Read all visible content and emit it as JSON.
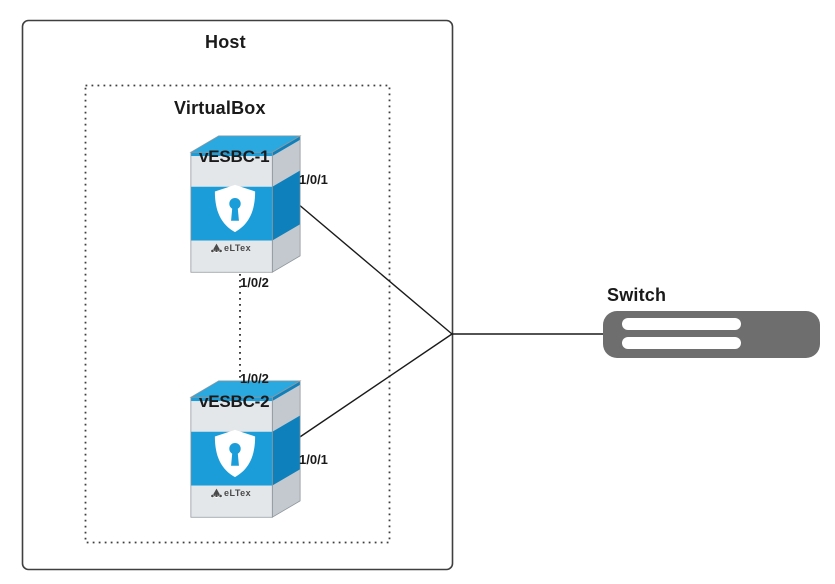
{
  "diagram": {
    "title": "Host / VirtualBox vESBC to Switch topology",
    "containers": {
      "host": {
        "label": "Host",
        "border_style": "solid",
        "border_color": "#3f3f3f"
      },
      "virtualbox": {
        "label": "VirtualBox",
        "border_style": "dotted",
        "border_color": "#3f3f3f"
      }
    },
    "devices": [
      {
        "id": "vesbc-1",
        "label": "vESBC-1",
        "brand": "eLTex",
        "icon": "shield-keyhole-icon",
        "body_color": "#1b9dd9",
        "band_color": "#dfe3e6",
        "ports": [
          {
            "name": "1/0/1",
            "side": "right"
          },
          {
            "name": "1/0/2",
            "side": "bottom"
          }
        ]
      },
      {
        "id": "vesbc-2",
        "label": "vESBC-2",
        "brand": "eLTex",
        "icon": "shield-keyhole-icon",
        "body_color": "#1b9dd9",
        "band_color": "#dfe3e6",
        "ports": [
          {
            "name": "1/0/2",
            "side": "top"
          },
          {
            "name": "1/0/1",
            "side": "right"
          }
        ]
      }
    ],
    "switch": {
      "label": "Switch",
      "color": "#6e6e6e",
      "slot_color": "#ffffff",
      "slots": 2
    },
    "links": [
      {
        "from": "vesbc-1",
        "from_port": "1/0/1",
        "to": "switch",
        "style": "solid"
      },
      {
        "from": "vesbc-2",
        "from_port": "1/0/1",
        "to": "switch",
        "style": "solid"
      },
      {
        "from": "vesbc-1",
        "from_port": "1/0/2",
        "to": "vesbc-2",
        "to_port": "1/0/2",
        "style": "dotted"
      }
    ],
    "port_labels": {
      "dev1_right": "1/0/1",
      "dev1_bottom": "1/0/2",
      "dev2_top": "1/0/2",
      "dev2_right": "1/0/1"
    },
    "colors": {
      "device_blue": "#1b9dd9",
      "device_blue_dark": "#0e80bc",
      "device_blue_top": "#2aa8e0",
      "band_light": "#e3e7ea",
      "band_shadow": "#c3c9ce",
      "switch_gray": "#6e6e6e",
      "line_black": "#1a1a1a"
    }
  }
}
